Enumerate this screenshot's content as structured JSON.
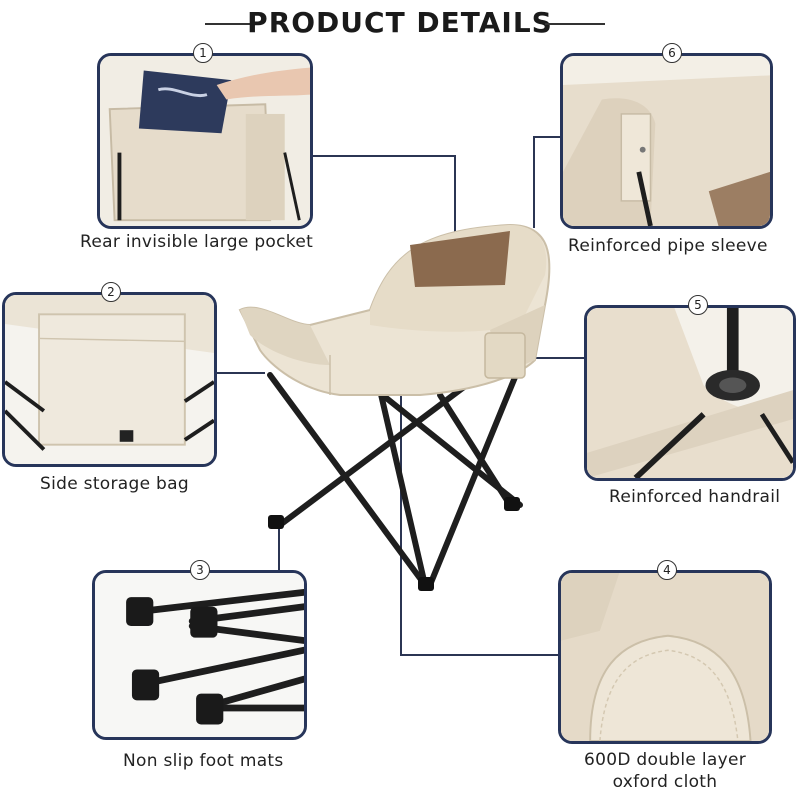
{
  "header": {
    "title": "PRODUCT DETAILS"
  },
  "features": [
    {
      "number": "1",
      "caption": "Rear invisible large pocket"
    },
    {
      "number": "2",
      "caption": "Side storage bag"
    },
    {
      "number": "3",
      "caption": "Non slip foot mats"
    },
    {
      "number": "4",
      "caption_line1": "600D double layer",
      "caption_line2": "oxford cloth"
    },
    {
      "number": "5",
      "caption": "Reinforced handrail"
    },
    {
      "number": "6",
      "caption": "Reinforced pipe sleeve"
    }
  ],
  "colors": {
    "frame": "#27355a",
    "fabric": "#ece4d4",
    "accent": "#8b6a4e",
    "metal": "#1e1e1e"
  }
}
